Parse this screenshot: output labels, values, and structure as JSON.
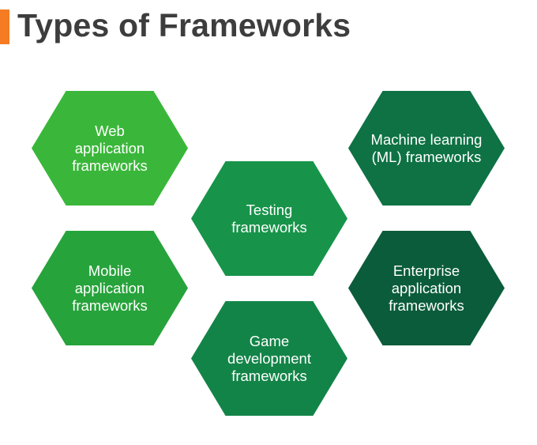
{
  "header": {
    "title": "Types of Frameworks",
    "title_color": "#3d3d3d",
    "accent_color": "#f57c22"
  },
  "diagram": {
    "type": "hexagon-grid",
    "hexagons": [
      {
        "id": "web",
        "label": "Web\napplication\nframeworks",
        "color": "#3ab73a"
      },
      {
        "id": "mobile",
        "label": "Mobile\napplication\nframeworks",
        "color": "#27a33b"
      },
      {
        "id": "testing",
        "label": "Testing\nframeworks",
        "color": "#17944a"
      },
      {
        "id": "game",
        "label": "Game\ndevelopment\nframeworks",
        "color": "#138448"
      },
      {
        "id": "ml",
        "label": "Machine learning\n(ML) frameworks",
        "color": "#0e7244"
      },
      {
        "id": "enterprise",
        "label": "Enterprise\napplication\nframeworks",
        "color": "#0b5c3b"
      }
    ]
  }
}
